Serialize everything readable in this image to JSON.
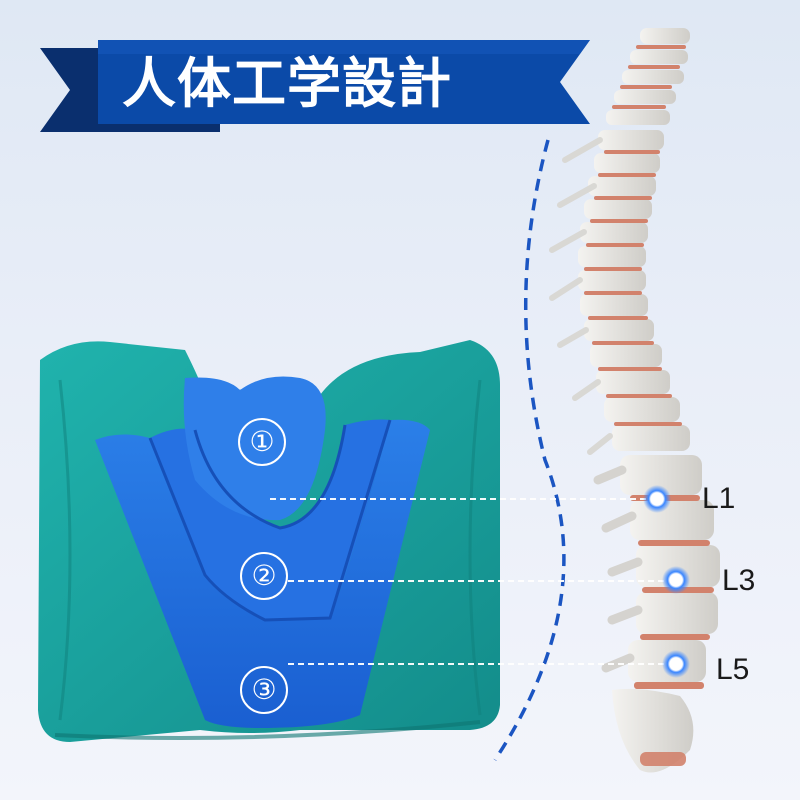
{
  "banner": {
    "title": "人体工学設計",
    "color_main": "#0b4aa8",
    "color_shadow": "#0a2f6e"
  },
  "cushion": {
    "zones": [
      {
        "label": "①"
      },
      {
        "label": "②"
      },
      {
        "label": "③"
      }
    ],
    "color_fabric": "#1aa7a2",
    "color_panel": "#1f6fe0"
  },
  "spine": {
    "vertebrae_labels": [
      "L1",
      "L3",
      "L5"
    ],
    "color_disc": "#d2826c",
    "color_bone": "#ecebe7"
  }
}
